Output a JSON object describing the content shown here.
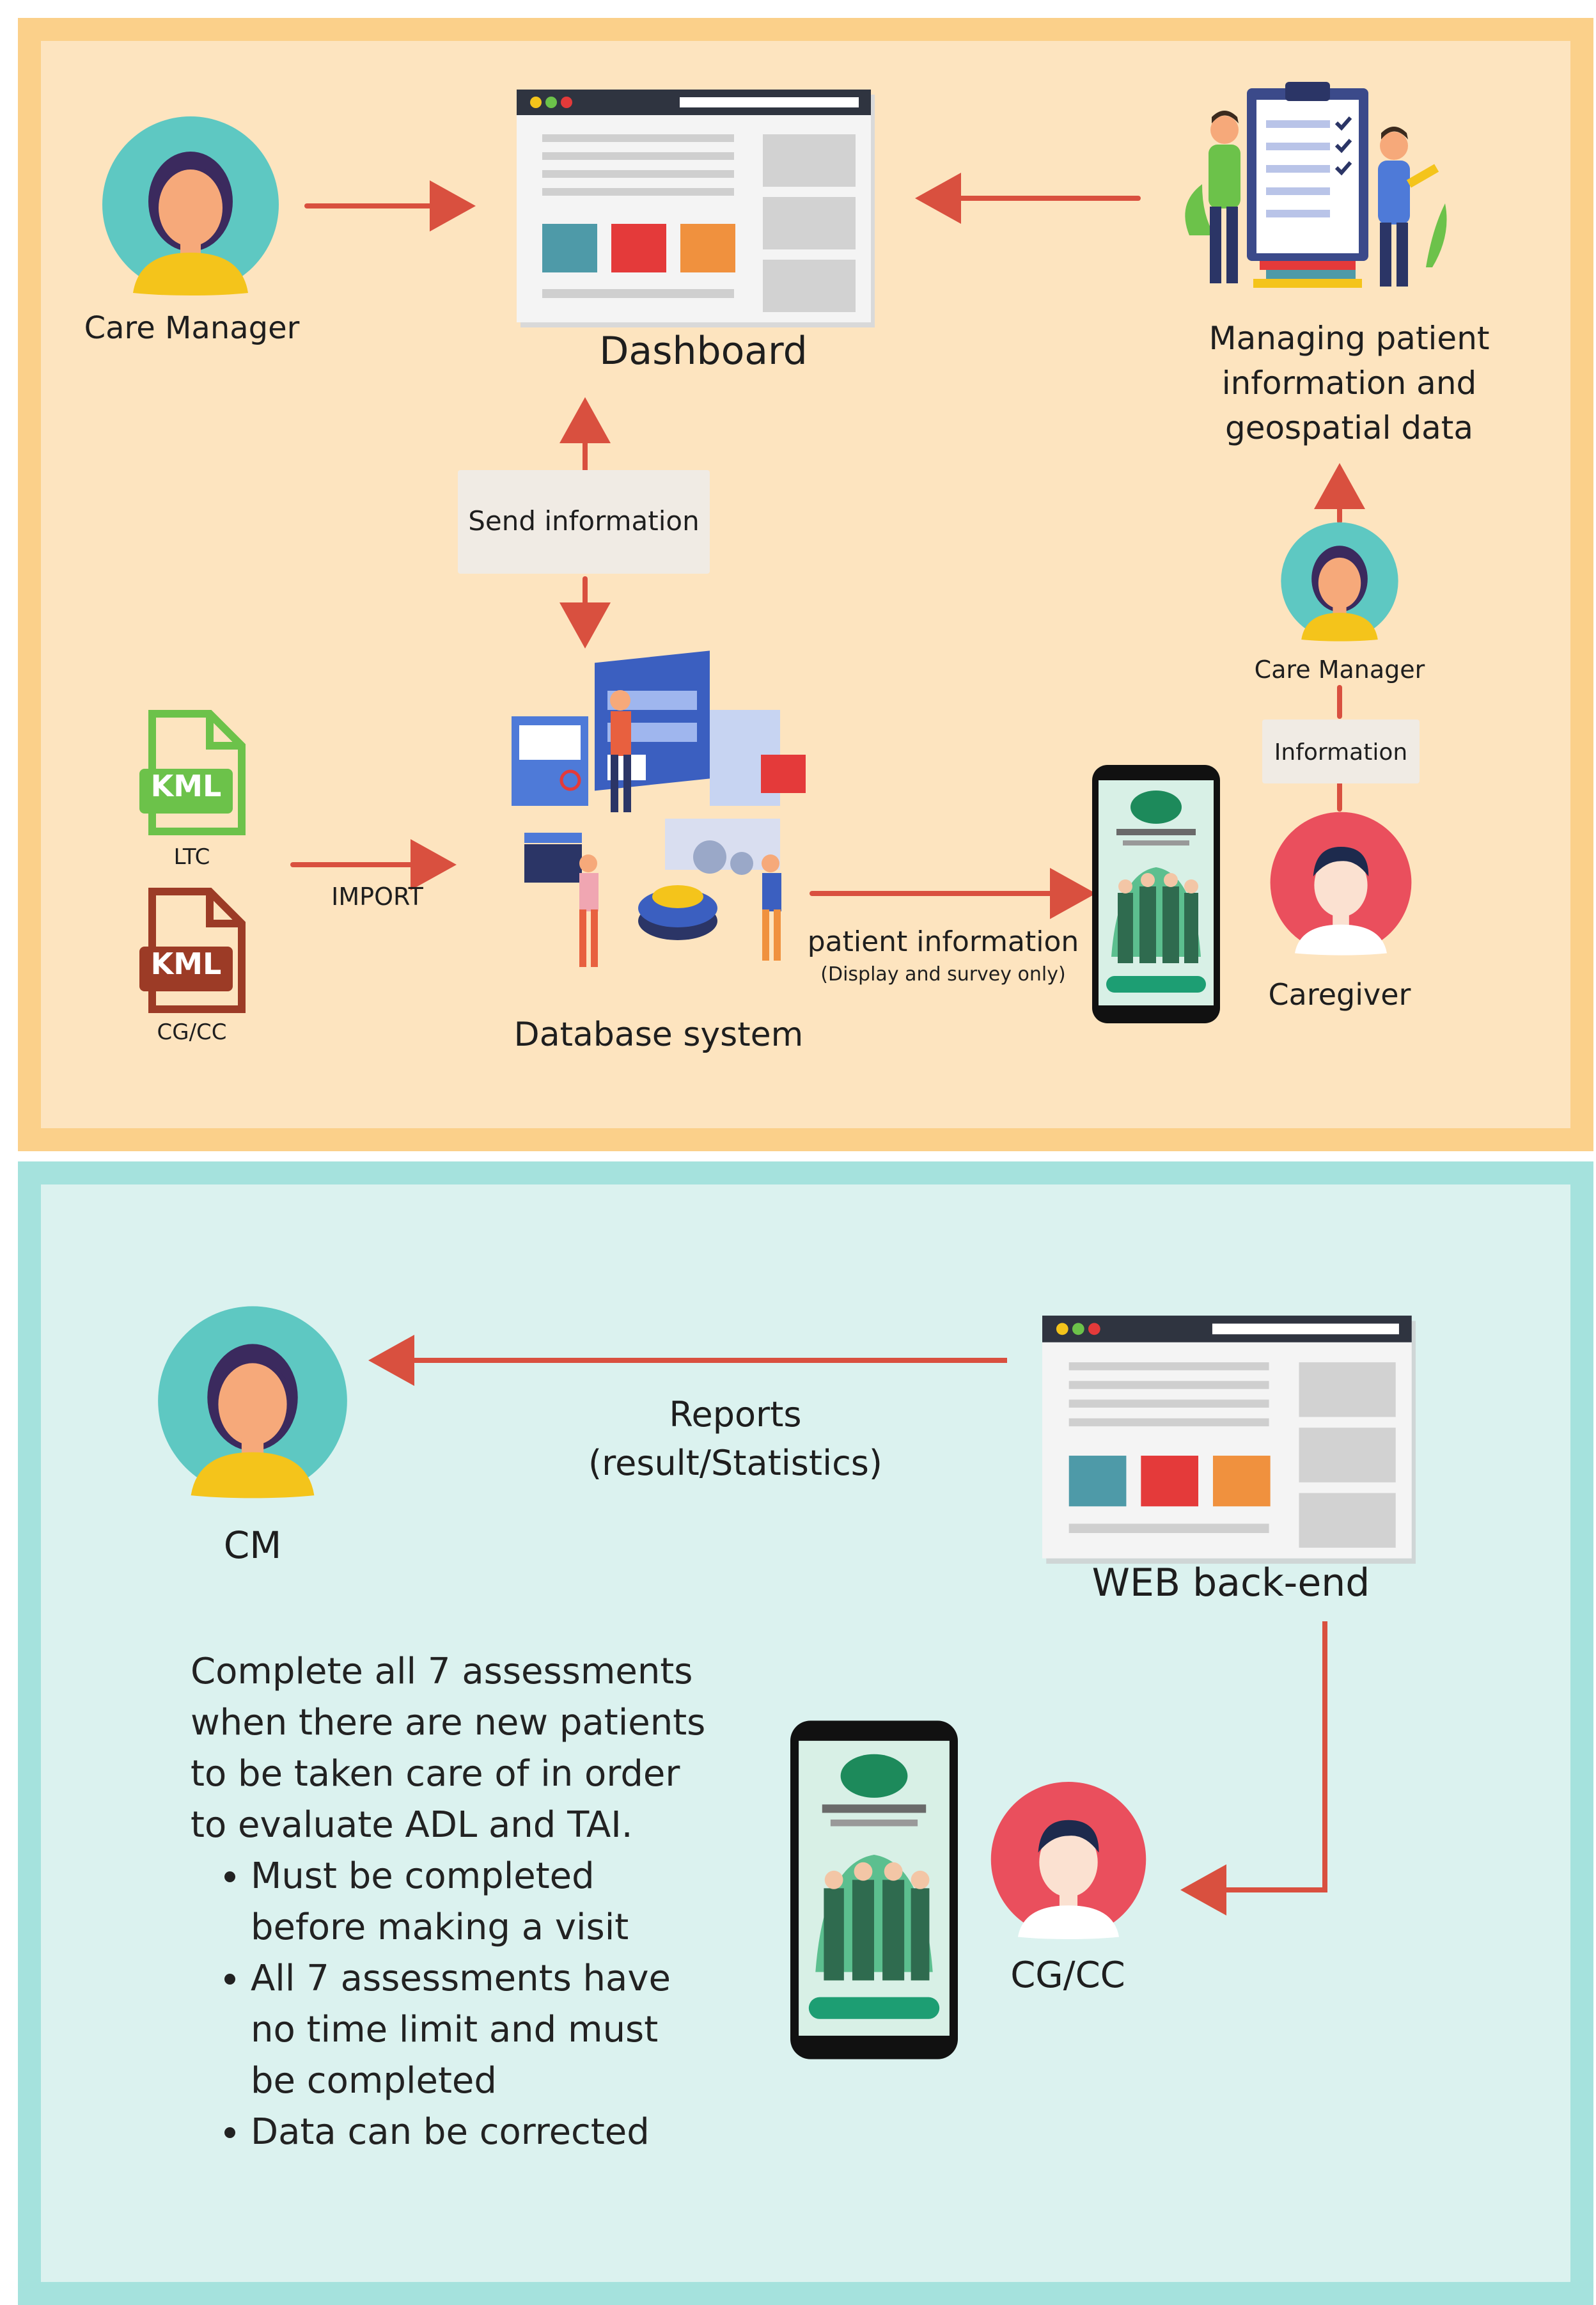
{
  "top_panel": {
    "care_manager_label": "Care Manager",
    "dashboard_label": "Dashboard",
    "managing_label_lines": [
      "Managing patient",
      "information and",
      "geospatial data"
    ],
    "send_information_label": "Send information",
    "care_manager_small_label": "Care Manager",
    "information_label": "Information",
    "kml_ltc_icon_text": "KML",
    "kml_ltc_label": "LTC",
    "kml_cgcc_icon_text": "KML",
    "kml_cgcc_label": "CG/CC",
    "import_label": "IMPORT",
    "database_label": "Database system",
    "patient_info_label": "patient information",
    "patient_info_sub": "(Display and survey only)",
    "caregiver_label": "Caregiver"
  },
  "bottom_panel": {
    "cm_label": "CM",
    "reports_label_lines": [
      "Reports",
      "(result/Statistics)"
    ],
    "web_backend_label": "WEB back-end",
    "cgcc_label": "CG/CC",
    "notes_intro_lines": [
      "Complete all 7 assessments",
      "when there are new patients",
      "to be taken care of in order",
      "to evaluate ADL and TAI."
    ],
    "notes_bullets": [
      [
        "Must be completed",
        "before making a visit"
      ],
      [
        "All 7 assessments have",
        "no time limit and must",
        "be completed"
      ],
      [
        "Data can be corrected"
      ]
    ]
  },
  "colors": {
    "top_bg": "#fde4bf",
    "top_border": "#fbd08a",
    "bottom_bg": "#dbf2ef",
    "bottom_border": "#a5e2dd",
    "arrow": "#d9503f",
    "avatar_teal": "#5ec8c2",
    "avatar_red": "#ea4f5d",
    "kml_green": "#6cc24a",
    "kml_brown": "#9c3b26"
  }
}
